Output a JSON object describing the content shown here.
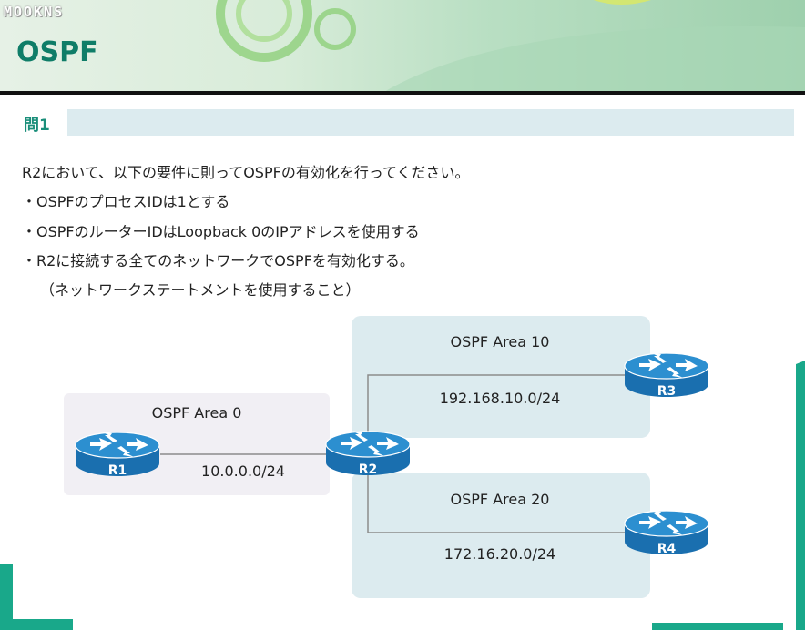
{
  "header": {
    "brand": "MOOKNS",
    "title": "OSPF"
  },
  "question": {
    "label": "問1",
    "intro": "R2において、以下の要件に則ってOSPFの有効化を行ってください。",
    "requirements": [
      "・OSPFのプロセスIDは1とする",
      "・OSPFのルーターIDはLoopback 0のIPアドレスを使用する",
      "・R2に接続する全てのネットワークでOSPFを有効化する。"
    ],
    "note": "（ネットワークステートメントを使用すること）"
  },
  "diagram": {
    "areas": [
      {
        "id": "area0",
        "label": "OSPF Area 0"
      },
      {
        "id": "area10",
        "label": "OSPF Area 10"
      },
      {
        "id": "area20",
        "label": "OSPF Area 20"
      }
    ],
    "routers": [
      {
        "id": "r1",
        "label": "R1"
      },
      {
        "id": "r2",
        "label": "R2"
      },
      {
        "id": "r3",
        "label": "R3"
      },
      {
        "id": "r4",
        "label": "R4"
      }
    ],
    "links": [
      {
        "from": "R1",
        "to": "R2",
        "network": "10.0.0.0/24"
      },
      {
        "from": "R2",
        "to": "R3",
        "network": "192.168.10.0/24"
      },
      {
        "from": "R2",
        "to": "R4",
        "network": "172.16.20.0/24"
      }
    ]
  },
  "colors": {
    "accent": "#0f7d68",
    "router_blue": "#1a75b8",
    "area_blue": "#dcebef",
    "area_gray": "#f1eff4"
  }
}
